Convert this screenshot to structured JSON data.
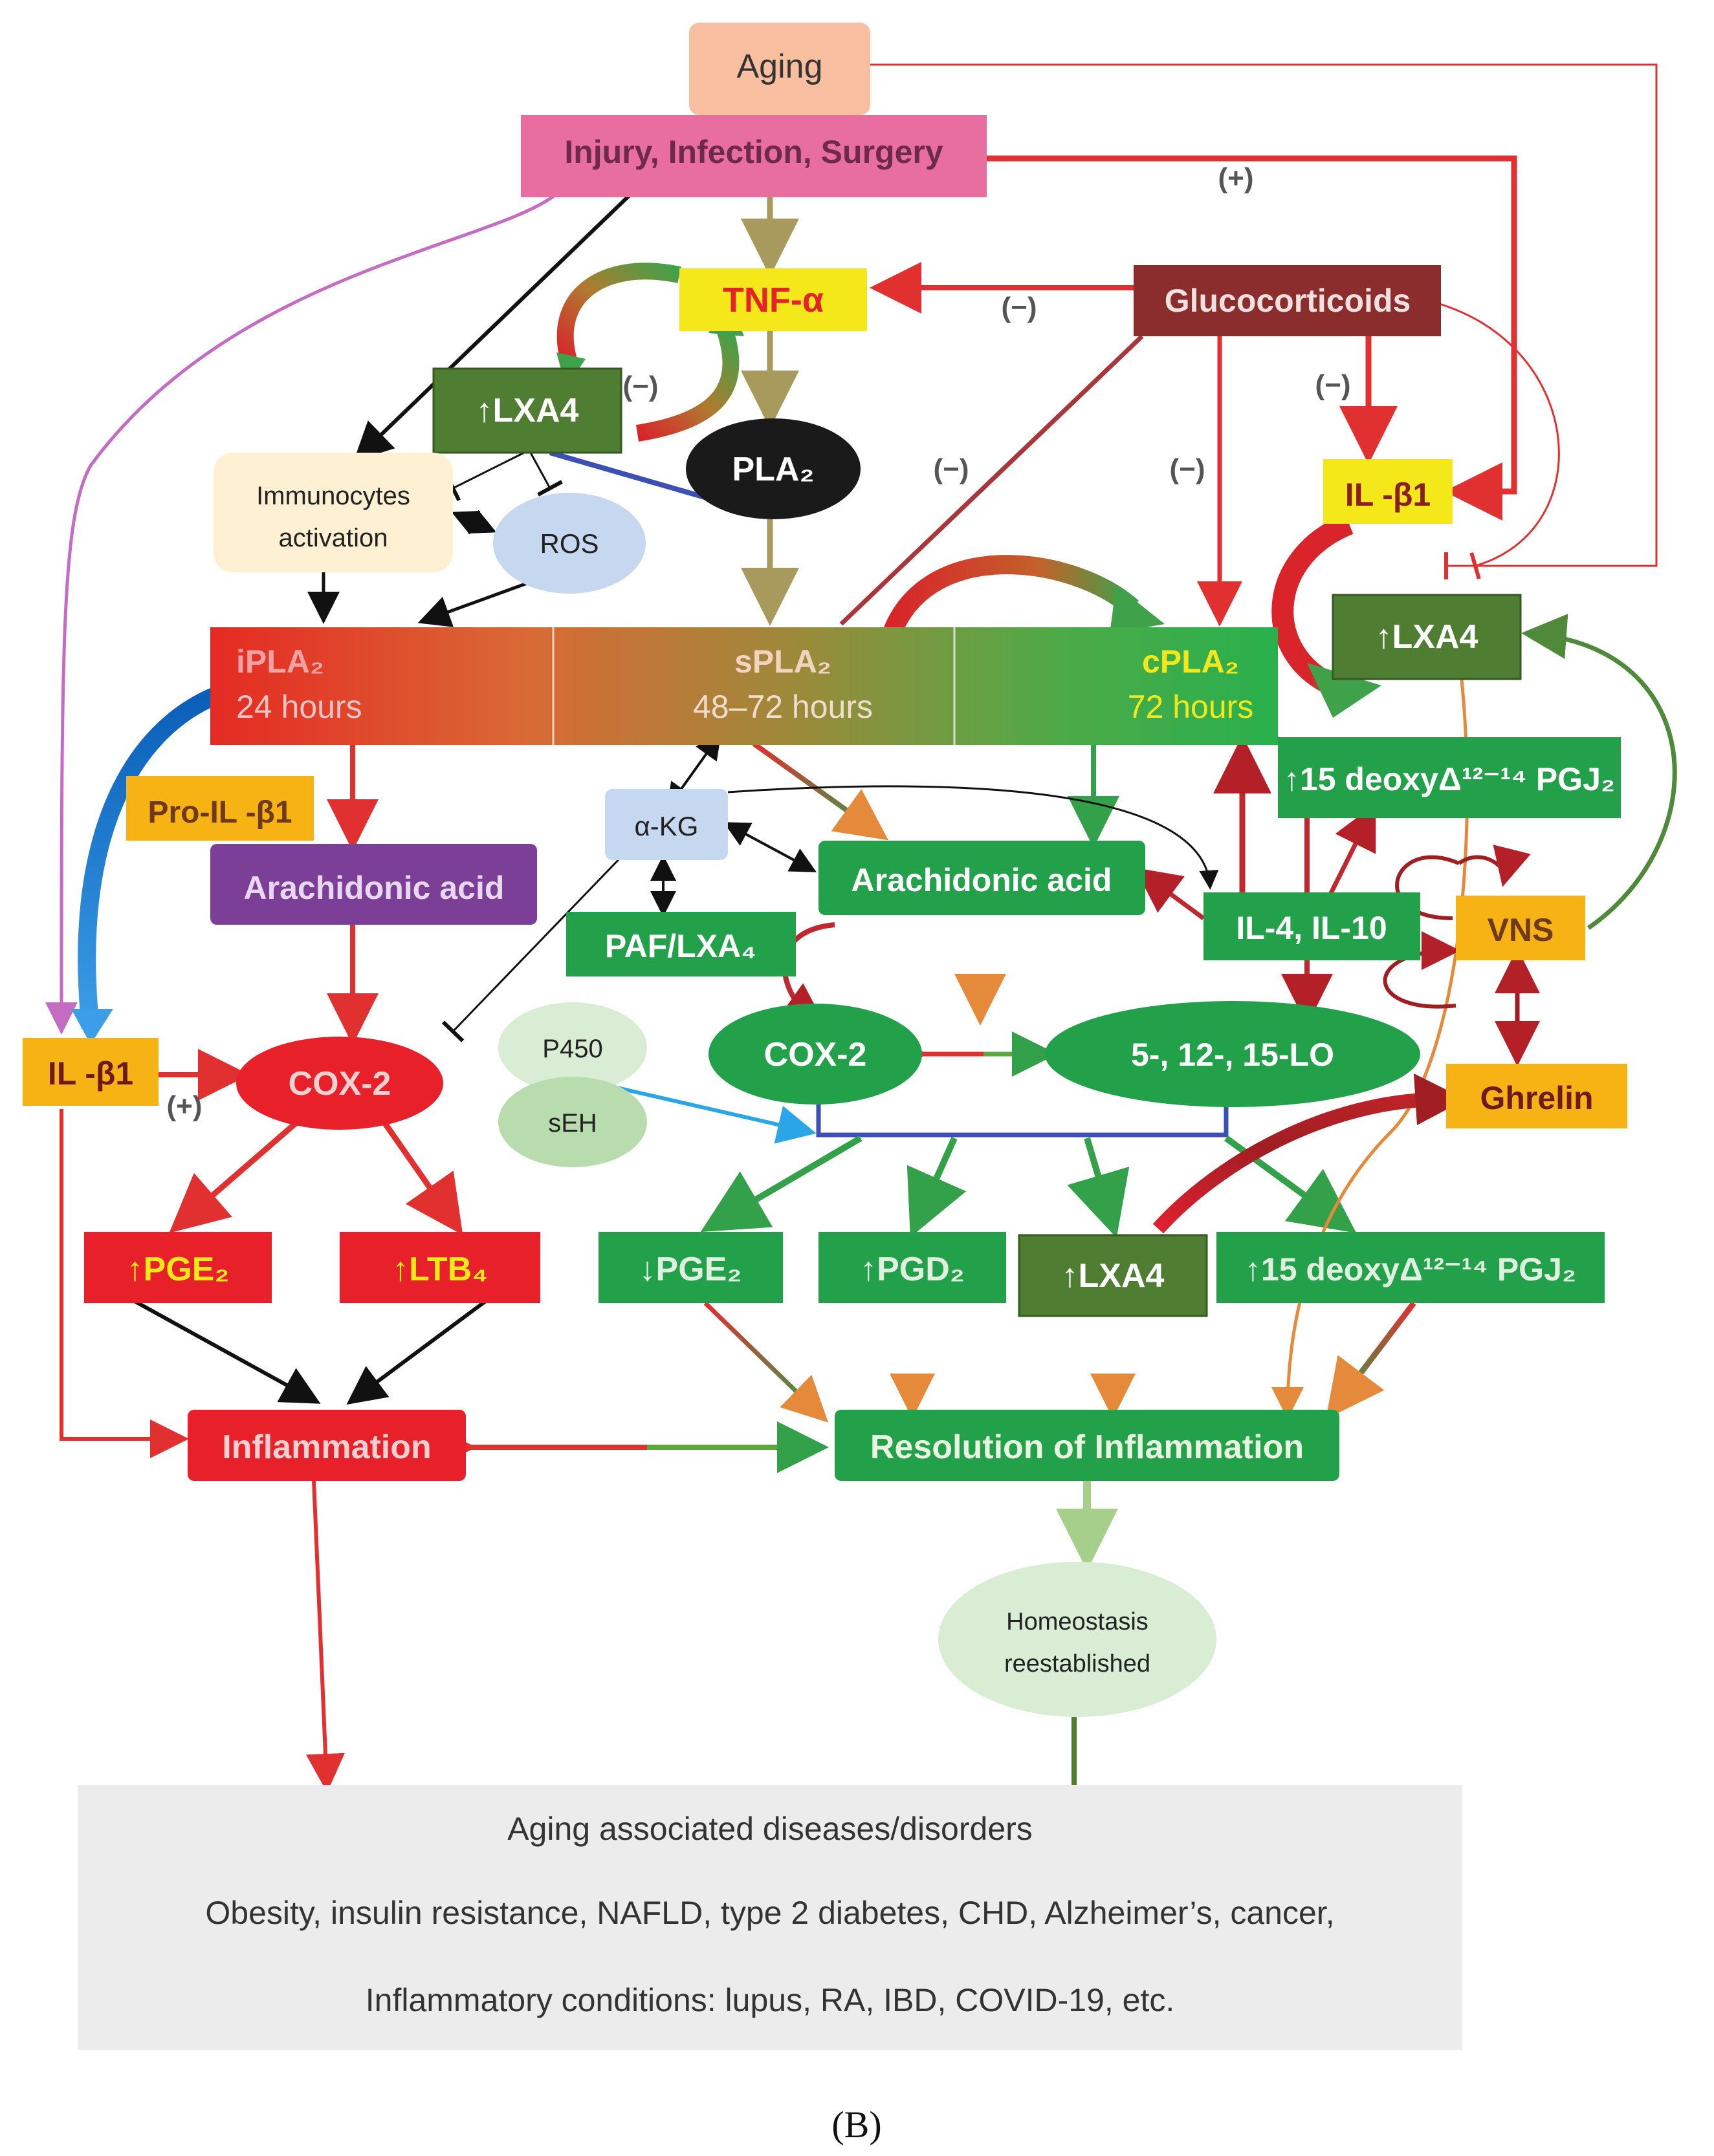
{
  "nodes": {
    "aging": "Aging",
    "injury": "Injury, Infection, Surgery",
    "tnf": "TNF-α",
    "glucocorticoids": "Glucocorticoids",
    "lxa4_top": "↑LXA4",
    "pla2": "PLA₂",
    "immuno_line1": "Immunocytes",
    "immuno_line2": "activation",
    "ros": "ROS",
    "il1b_top": "IL -β1",
    "lxa4_right": "↑LXA4",
    "ipla2": "iPLA₂",
    "ipla2_time": "24 hours",
    "spla2": "sPLA₂",
    "spla2_time": "48–72 hours",
    "cpla2": "cPLA₂",
    "cpla2_time": "72 hours",
    "pro_il1b": "Pro-IL -β1",
    "aa_left": "Arachidonic acid",
    "akg": "α-KG",
    "aa_right": "Arachidonic acid",
    "deoxy_top": "↑15 deoxyΔ¹²⁻¹⁴ PGJ₂",
    "paf": "PAF/LXA₄",
    "il4_10": "IL-4, IL-10",
    "vns": "VNS",
    "p450": "P450",
    "seh": "sEH",
    "cox2_green": "COX-2",
    "lo": "5-, 12-, 15-LO",
    "il1b_left": "IL -β1",
    "cox2_red": "COX-2",
    "ghrelin": "Ghrelin",
    "pge2_up": "↑PGE₂",
    "ltb4_up": "↑LTB₄",
    "pge2_down": "↓PGE₂",
    "pgd2_up": "↑PGD₂",
    "lxa4_bottom": "↑LXA4",
    "deoxy_bottom": "↑15 deoxyΔ¹²⁻¹⁴ PGJ₂",
    "inflammation": "Inflammation",
    "resolution": "Resolution of Inflammation",
    "homeo_line1": "Homeostasis",
    "homeo_line2": "reestablished"
  },
  "signs": {
    "plus_top": "(+)",
    "minus_lxa4": "(−)",
    "minus_gluc_tnf": "(−)",
    "minus_1": "(−)",
    "minus_2": "(−)",
    "minus_3": "(−)",
    "plus_il1b": "(+)"
  },
  "diseases": {
    "title": "Aging associated diseases/disorders",
    "line2": "Obesity, insulin resistance, NAFLD, type 2 diabetes, CHD, Alzheimer’s, cancer,",
    "line3": "Inflammatory conditions: lupus, RA, IBD, COVID-19, etc."
  },
  "caption": "(B)",
  "colors": {
    "red": "#e8202a",
    "green": "#23a14a",
    "dark_green": "#4f7d31",
    "yellow": "#f5e81a",
    "orange": "#f7b313",
    "purple": "#7b3f98",
    "maroon": "#8b2d2d",
    "pink": "#e96ea0",
    "peach": "#f7bfa0",
    "cream": "#fdf0d3",
    "light_blue": "#c6d8ef",
    "light_green": "#d9ecd4",
    "gray_box": "#ececec"
  }
}
